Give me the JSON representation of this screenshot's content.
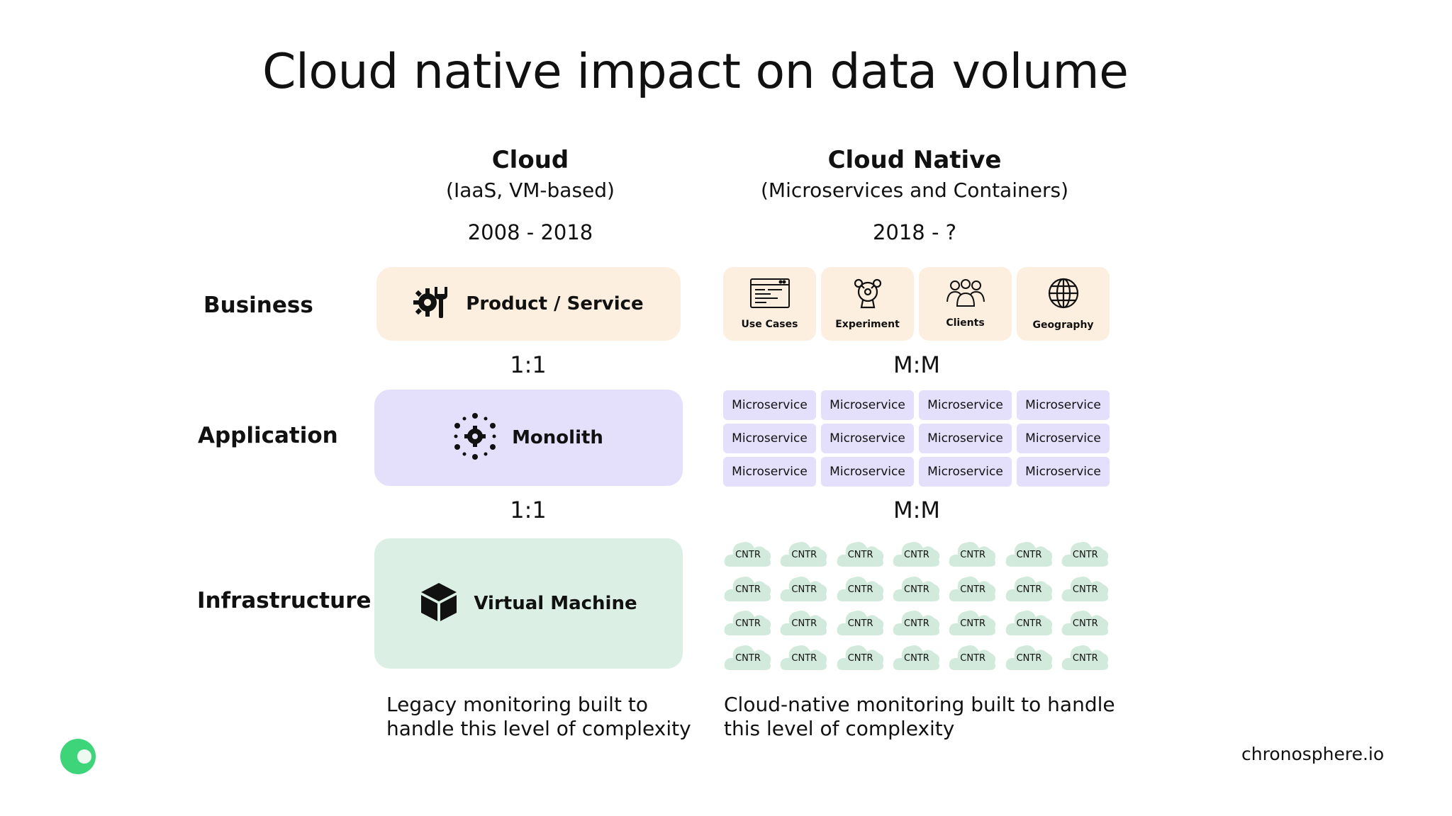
{
  "title": "Cloud native impact on data volume",
  "cloud": {
    "heading": "Cloud",
    "subheading": "(IaaS, VM-based)",
    "years": "2008 - 2018",
    "business_box": "Product / Service",
    "application_box": "Monolith",
    "infrastructure_box": "Virtual Machine",
    "ratio_1": "1:1",
    "ratio_2": "1:1",
    "caption_line1": "Legacy monitoring built to",
    "caption_line2": "handle this level of complexity"
  },
  "cloud_native": {
    "heading": "Cloud Native",
    "subheading": "(Microservices and Containers)",
    "years": "2018 - ?",
    "business_tiles": [
      {
        "label": "Use Cases",
        "icon": "browser-window-icon"
      },
      {
        "label": "Experiment",
        "icon": "flask-molecule-icon"
      },
      {
        "label": "Clients",
        "icon": "people-group-icon"
      },
      {
        "label": "Geography",
        "icon": "globe-icon"
      }
    ],
    "ratio_1": "M:M",
    "ratio_2": "M:M",
    "microservice_label": "Microservice",
    "microservice_rows": 3,
    "microservice_cols": 4,
    "container_label": "CNTR",
    "container_rows": 4,
    "container_cols": 7,
    "caption_line1": "Cloud-native monitoring built to handle",
    "caption_line2": "this level of complexity"
  },
  "rows": {
    "business": "Business",
    "application": "Application",
    "infrastructure": "Infrastructure"
  },
  "footer": {
    "website": "chronosphere.io",
    "logo_icon": "chronosphere-logo-icon"
  },
  "colors": {
    "business_fill": "#fdefdf",
    "application_fill": "#e4e0fb",
    "infrastructure_fill": "#dcefe4",
    "cloud_icon_fill": "#d2eadc",
    "logo_green": "#3dd47a"
  }
}
